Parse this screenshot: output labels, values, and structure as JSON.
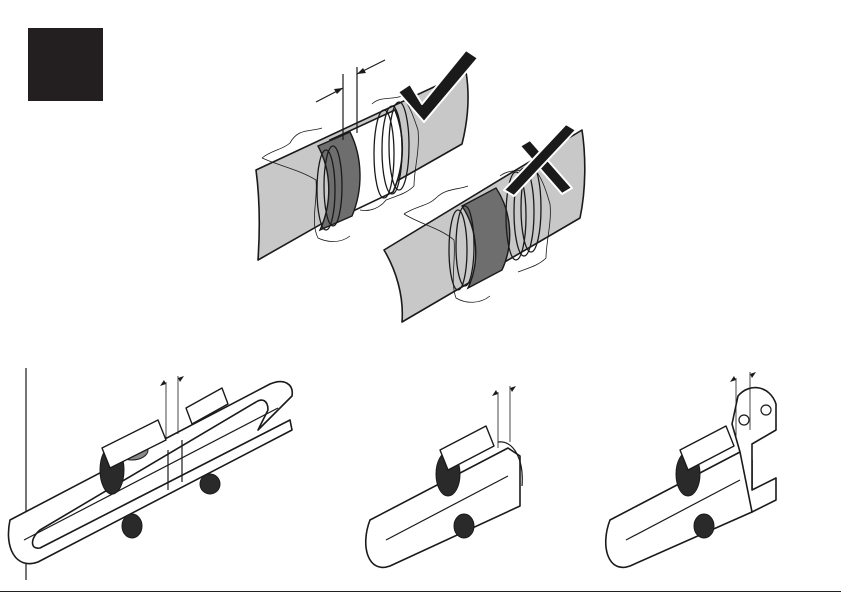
{
  "figure": {
    "top_panel": {
      "correct_mark": "check-mark",
      "wrong_mark": "x-mark"
    },
    "bottom_panels": [
      "coupling-on-cut-pipe",
      "coupling-on-pipe-end",
      "coupling-on-flanged-end"
    ]
  },
  "colors": {
    "block": "#231f20",
    "pipe_fill": "#c8c8c8",
    "band_fill": "#6e6e6e",
    "line": "#1a1a1a"
  }
}
